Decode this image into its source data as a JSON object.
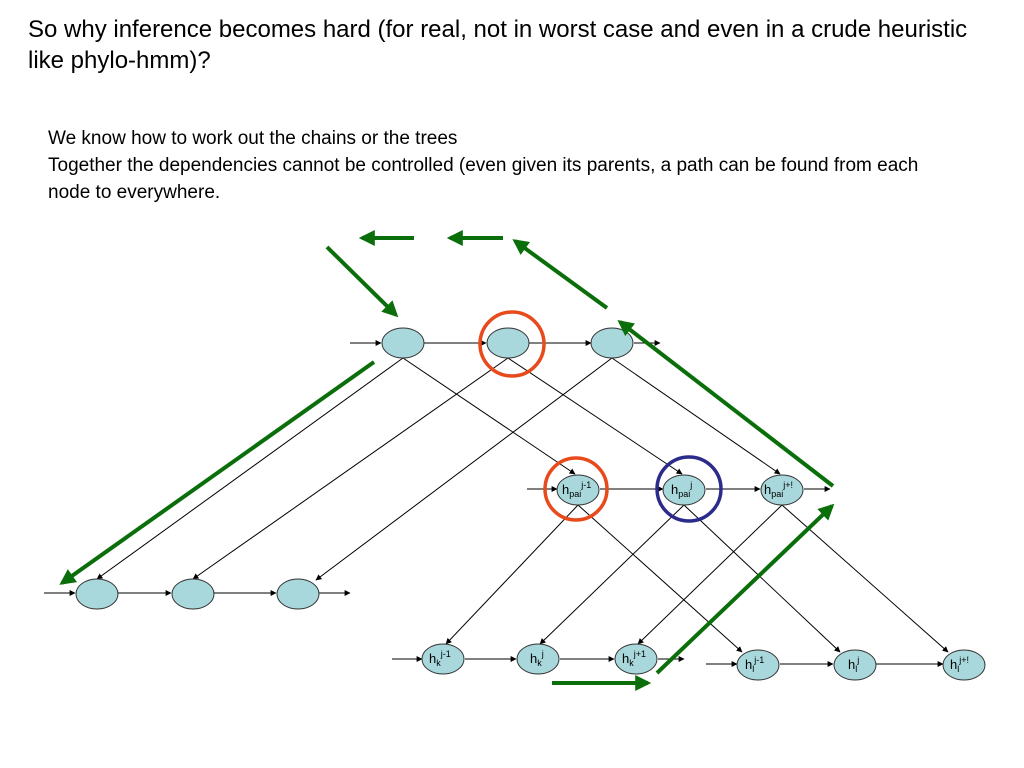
{
  "slide": {
    "title": "So why inference becomes hard (for real, not in worst case and even in a crude heuristic like phylo-hmm)?",
    "lines": [
      "We know how to work out the chains or the trees",
      "Together the dependencies cannot be controlled (even given its parents, a path can be found from each node to everywhere."
    ]
  },
  "diagram": {
    "colors": {
      "node_fill": "#a8d8dc",
      "node_stroke": "#333333",
      "edge": "#000000",
      "path_arrow": "#0a6e0a",
      "highlight_red": "#e84a1c",
      "highlight_blue": "#2b2b8c"
    },
    "labels": {
      "hpai_jm1": {
        "base": "h",
        "sub": "pai",
        "sup": "j-1"
      },
      "hpai_j": {
        "base": "h",
        "sub": "pai",
        "sup": "j"
      },
      "hpai_jp1": {
        "base": "h",
        "sub": "pai",
        "sup": "j+!"
      },
      "hk_jm1": {
        "base": "h",
        "sub": "k",
        "sup": "j-1"
      },
      "hk_j": {
        "base": "h",
        "sub": "k",
        "sup": "j"
      },
      "hk_jp1": {
        "base": "h",
        "sub": "k",
        "sup": "j+1"
      },
      "hl_jm1": {
        "base": "h",
        "sub": "l",
        "sup": "j-1"
      },
      "hl_j": {
        "base": "h",
        "sub": "l",
        "sup": "j"
      },
      "hl_jp1": {
        "base": "h",
        "sub": "l",
        "sup": "j+!"
      }
    }
  }
}
